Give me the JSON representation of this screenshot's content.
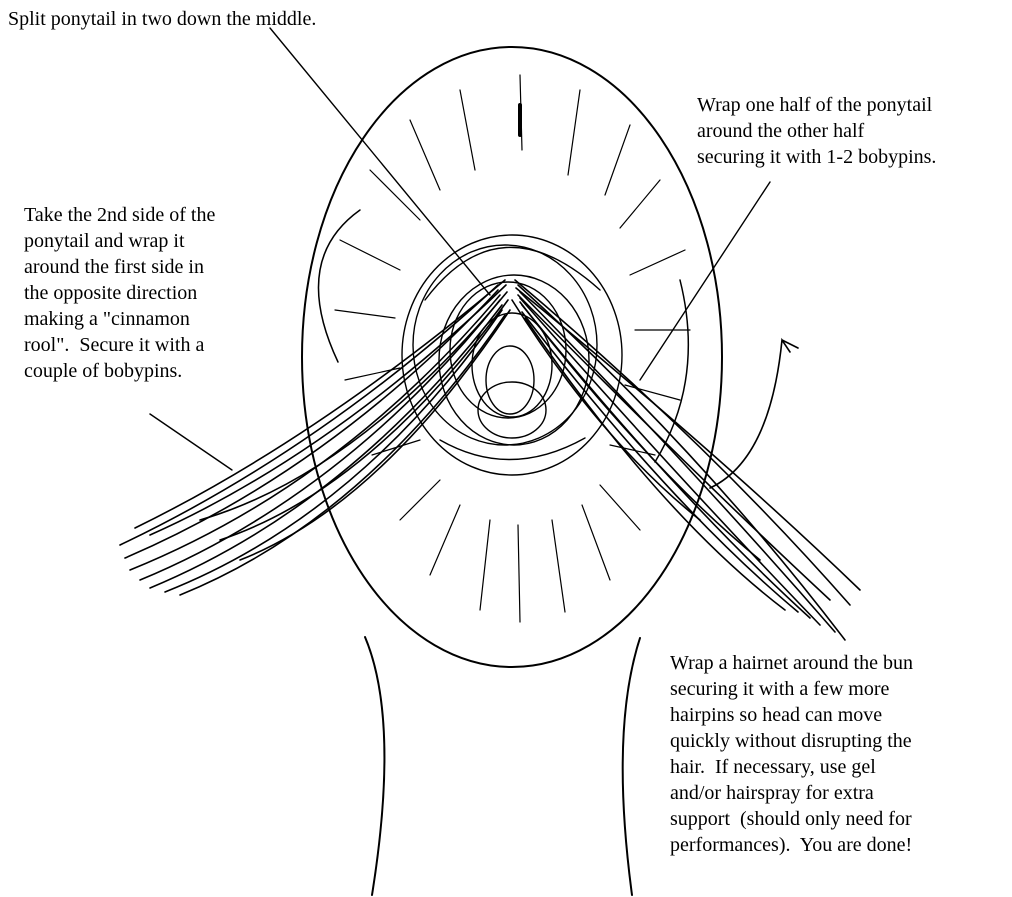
{
  "annotations": {
    "split": "Split ponytail in two down the middle.",
    "wrap_half": "Wrap one half of the ponytail\naround the other half\nsecuring it with 1-2 bobypins.",
    "second_side": "Take the 2nd side of the\nponytail and wrap it\naround the first side in\nthe opposite direction\nmaking a \"cinnamon\nrool\".  Secure it with a\ncouple of bobypins.",
    "hairnet": "Wrap a hairnet around the bun\nsecuring it with a few more\nhairpins so head can move\nquickly without disrupting the\nhair.  If necessary, use gel\nand/or hairspray for extra\nsupport  (should only need for\nperformances).  You are done!"
  },
  "colors": {
    "ink": "#000000",
    "paper": "#ffffff"
  }
}
